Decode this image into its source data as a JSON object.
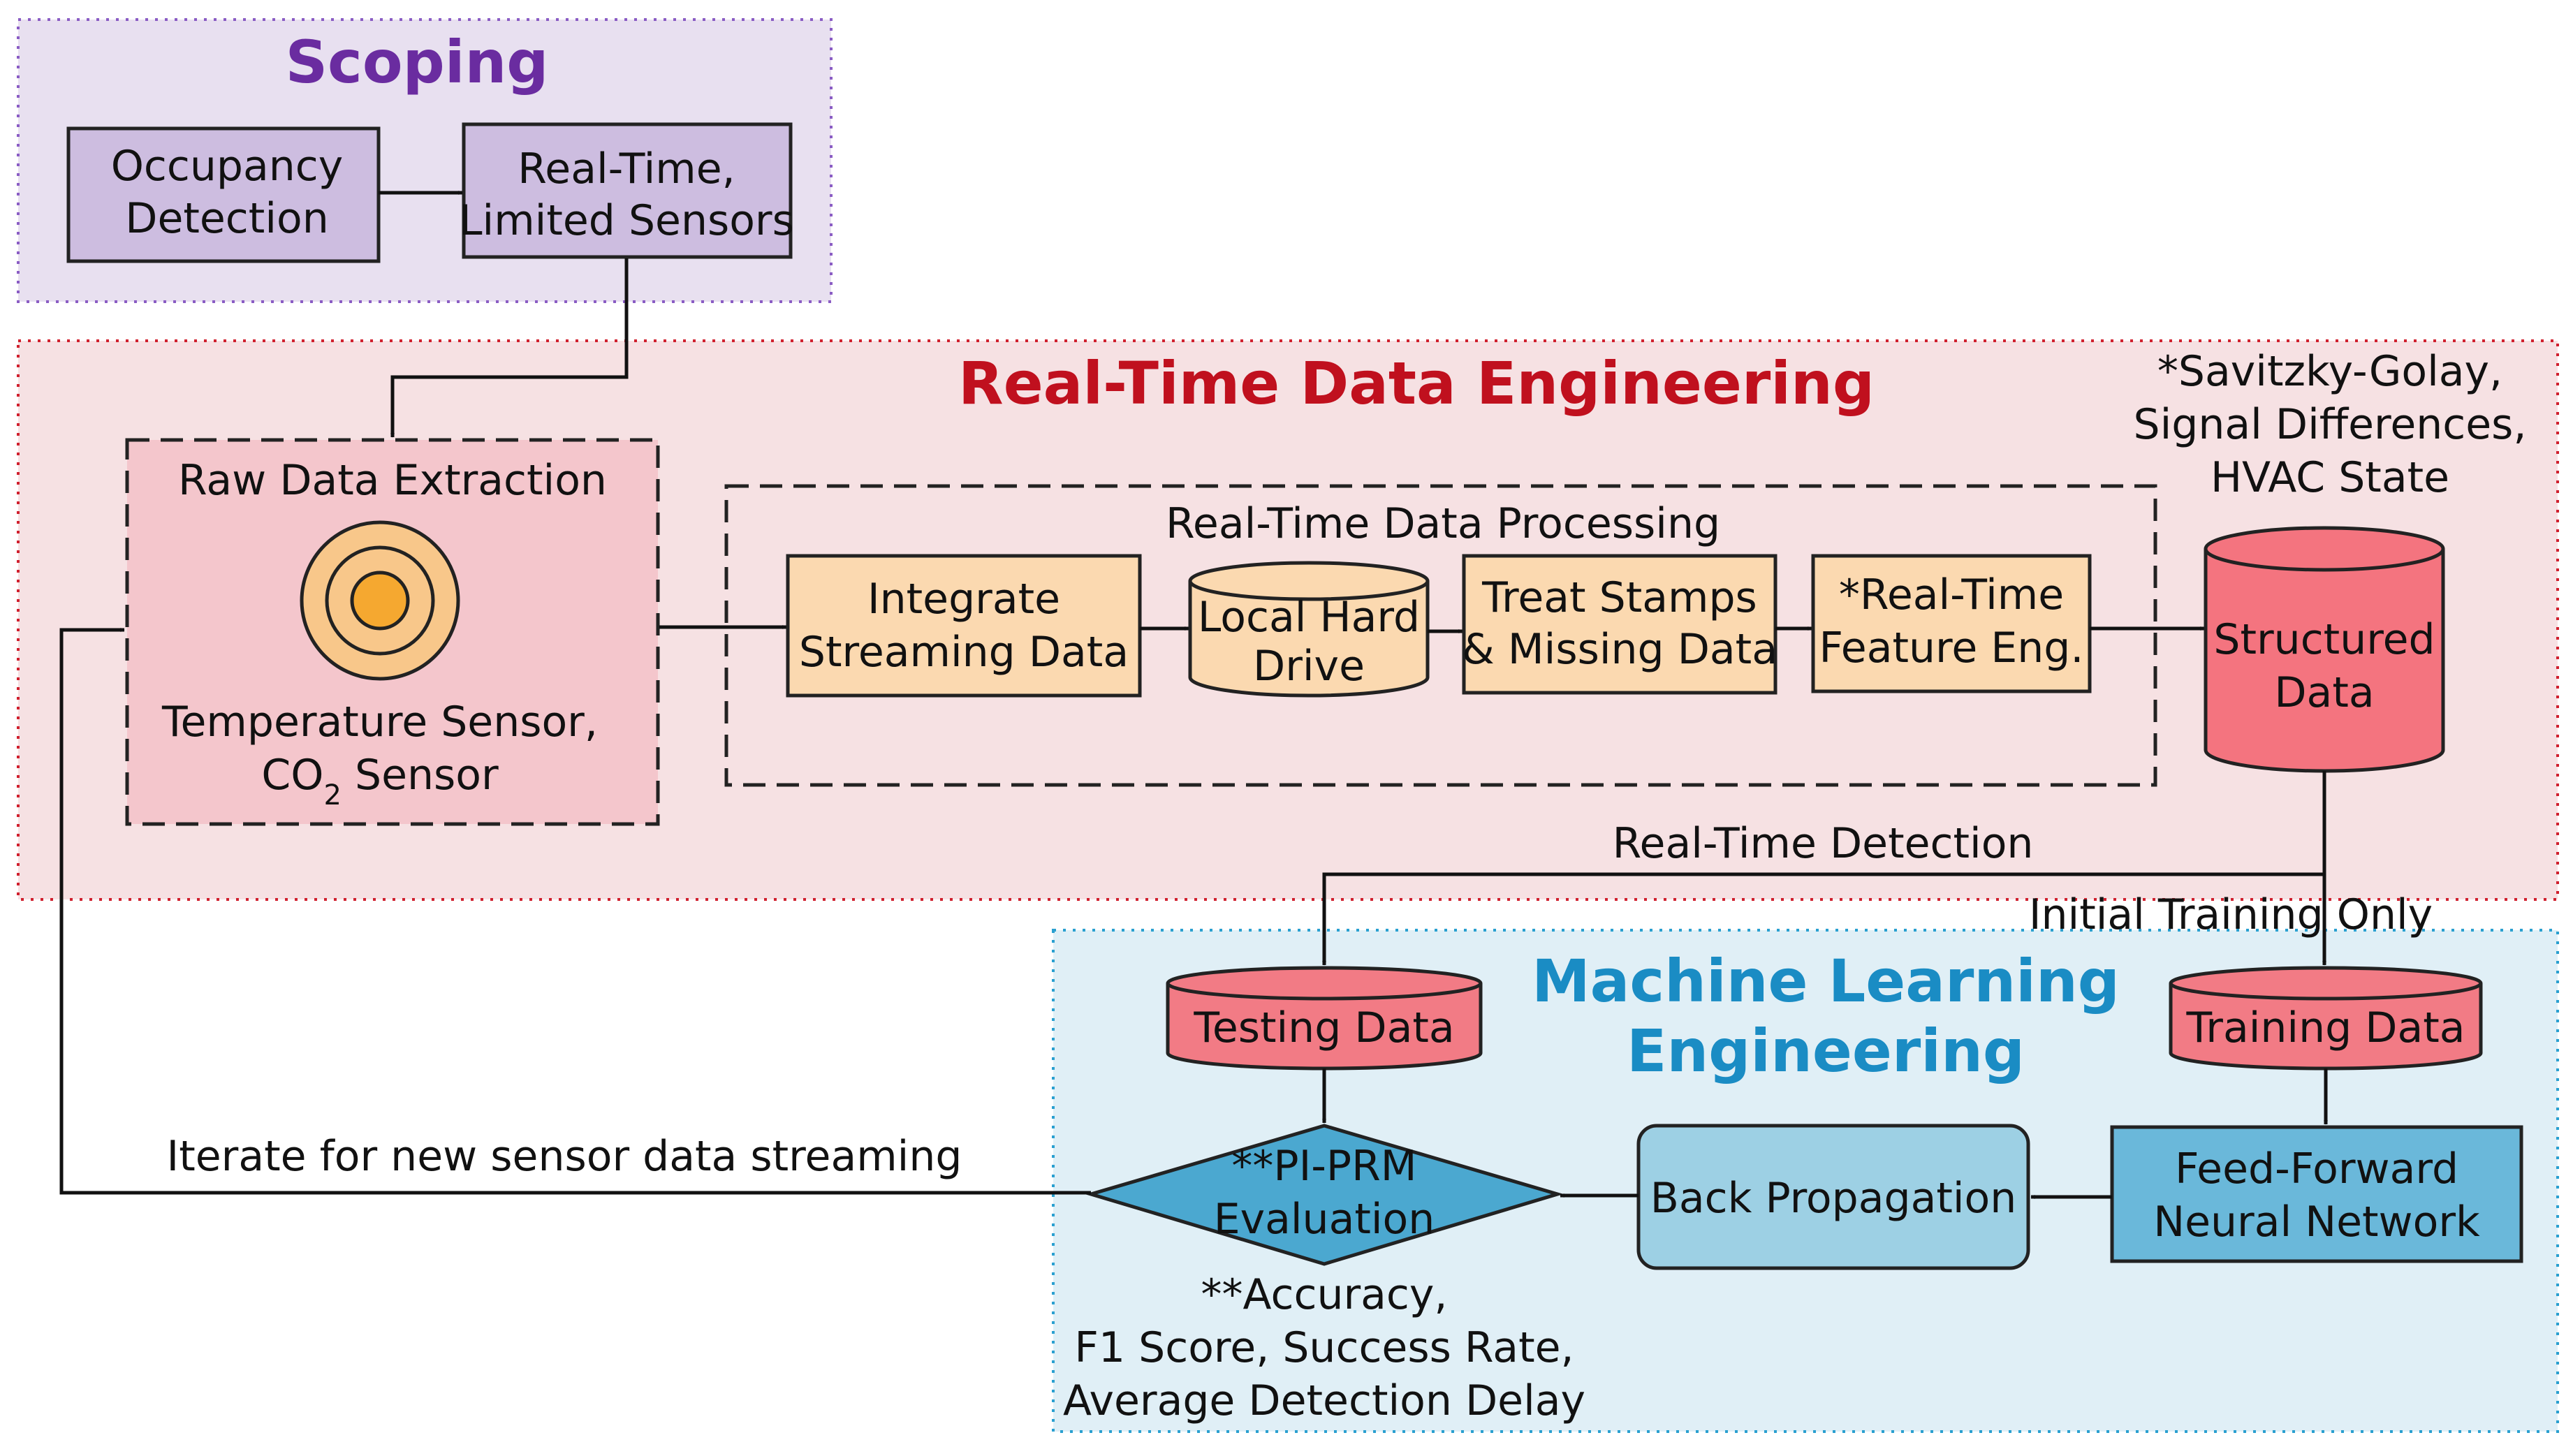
{
  "scoping": {
    "title": "Scoping",
    "occupancy": [
      "Occupancy",
      "Detection"
    ],
    "realtime_sensors": [
      "Real-Time,",
      "Limited Sensors"
    ]
  },
  "data_eng": {
    "title": "Real-Time Data Engineering",
    "raw_extraction": "Raw Data Extraction",
    "sensor_line1": "Temperature Sensor,",
    "sensor_co": "CO",
    "sensor_sub": "2",
    "sensor_rest": " Sensor",
    "processing": "Real-Time Data Processing",
    "integrate": [
      "Integrate",
      "Streaming Data"
    ],
    "local_drive": [
      "Local Hard",
      "Drive"
    ],
    "treat_stamps": [
      "Treat Stamps",
      "& Missing Data"
    ],
    "feature_eng": [
      "*Real-Time",
      "Feature Eng."
    ],
    "structured": [
      "Structured",
      "Data"
    ],
    "note": [
      "*Savitzky-Golay,",
      "Signal Differences,",
      "HVAC State"
    ]
  },
  "flow": {
    "realtime_detection": "Real-Time Detection",
    "initial_training": "Initial Training Only",
    "iterate": "Iterate for new sensor data streaming"
  },
  "ml": {
    "title": [
      "Machine Learning",
      "Engineering"
    ],
    "testing": "Testing Data",
    "training": "Training Data",
    "evaluation": [
      "**PI-PRM",
      "Evaluation"
    ],
    "back_prop": "Back Propagation",
    "ffnn": [
      "Feed-Forward",
      "Neural Network"
    ],
    "metrics": [
      "**Accuracy,",
      "F1 Score, Success Rate,",
      "Average Detection Delay"
    ]
  },
  "colors": {
    "scoping_bg": "#e8e0f0",
    "scoping_box": "#cdbde0",
    "scoping_title": "#6a2ca0",
    "data_bg": "#f6e1e3",
    "data_title": "#c0101e",
    "raw_box": "#f4c6cc",
    "process_box": "#fbd9b0",
    "sensor_outer": "#f8c78a",
    "sensor_inner": "#f5a830",
    "structured": "#f4747f",
    "ml_bg": "#e0eff6",
    "ml_title": "#1a8cc4",
    "db_red": "#f27b85",
    "diamond": "#4ba8d0",
    "back_prop": "#9dd0e4",
    "ffnn": "#6ab8da"
  }
}
